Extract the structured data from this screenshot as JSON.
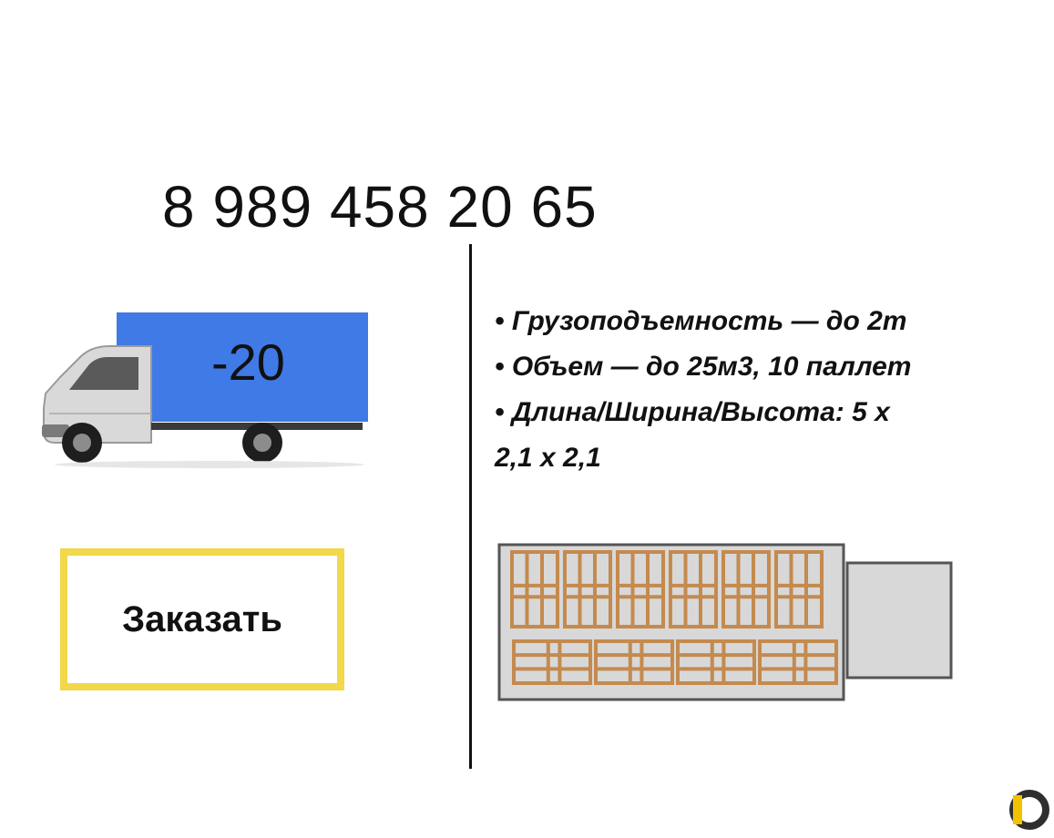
{
  "phone": "8 989 458 20 65",
  "truck": {
    "label": "-20",
    "icon": "truck-icon",
    "body_color": "#3f7ae6"
  },
  "order_button": {
    "label": "Заказать",
    "border_color": "#f2d84b"
  },
  "specs": {
    "line1": "• Грузоподъемность — до 2т",
    "line2": "• Объем — до 25м3, 10 паллет",
    "line3a": "• Длина/Ширина/Высота: 5 х",
    "line3b": "2,1 х 2,1"
  },
  "cargo_diagram": {
    "icon": "cargo-layout-diagram",
    "pallet_color": "#c48a4e",
    "upright_pallets": 6,
    "flat_pallets": 4
  },
  "logo": {
    "icon": "avito-logo-icon"
  }
}
